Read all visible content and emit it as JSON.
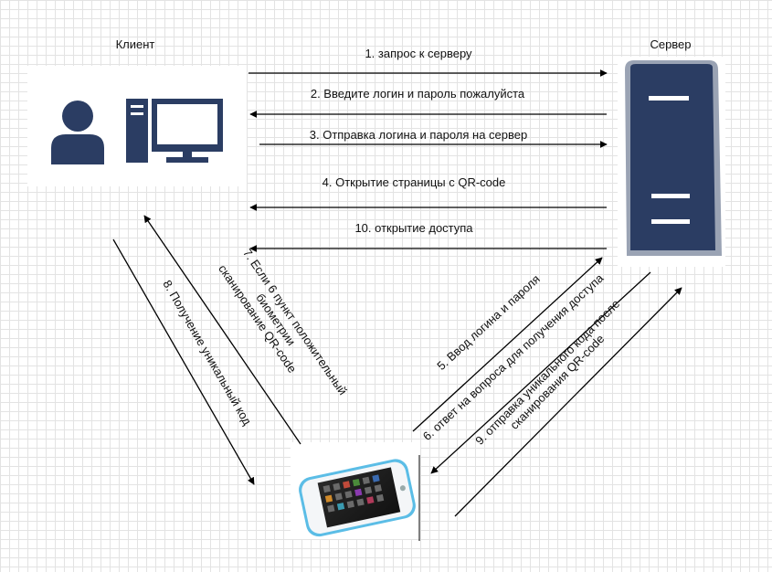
{
  "client_label": "Клиент",
  "server_label": "Сервер",
  "steps": {
    "s1": "1. запрос к серверу",
    "s2": "2. Введите логин и пароль пожалуйста",
    "s3": "3. Отправка логина и пароля на сервер",
    "s4": "4. Открытие страницы  с QR-code",
    "s10": "10. открытие доступа",
    "s7_line1": "7. Если   6 пункт положительный",
    "s7_line2": "биометрии",
    "s7_line3": "сканирование QR-code",
    "s8": "8. Получение уникальный код",
    "s5": "5. Ввод логина и пароля",
    "s6": "6. ответ на вопроса для получения доступа",
    "s9_line1": "9. отправка уникального кода после",
    "s9_line2": "сканирования QR-code"
  },
  "colors": {
    "icon_navy": "#2b3d63",
    "arrow": "#000000"
  },
  "icons": [
    "user-icon",
    "desktop-computer-icon",
    "server-tower-icon",
    "smartphone-icon"
  ]
}
